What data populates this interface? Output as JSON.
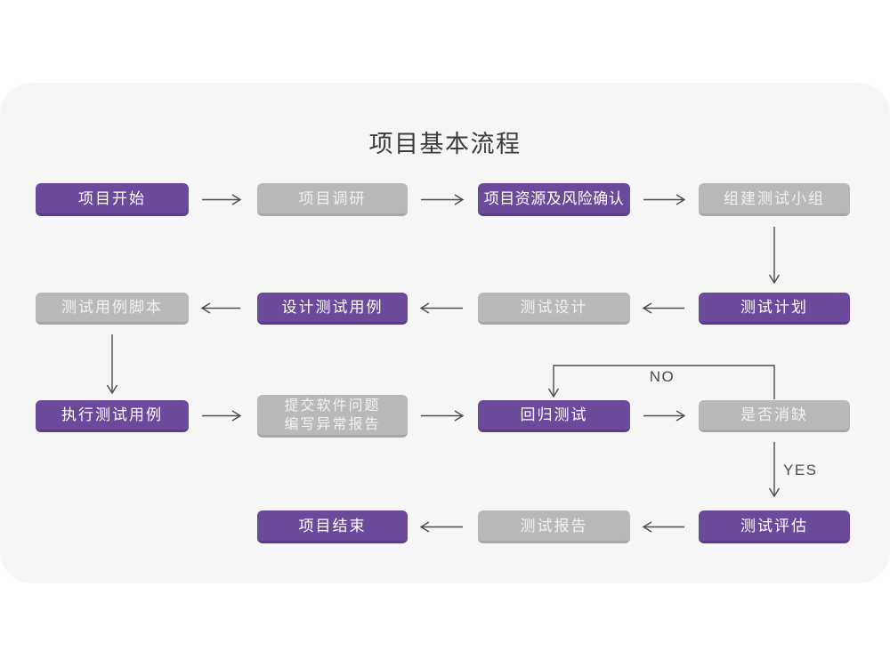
{
  "title": "项目基本流程",
  "flow": {
    "nodes": [
      {
        "label": "项目开始",
        "style": "primary"
      },
      {
        "label": "项目调研",
        "style": "secondary"
      },
      {
        "label": "项目资源及风险确认",
        "style": "primary"
      },
      {
        "label": "组建测试小组",
        "style": "secondary"
      },
      {
        "label": "测试计划",
        "style": "primary"
      },
      {
        "label": "测试设计",
        "style": "secondary"
      },
      {
        "label": "设计测试用例",
        "style": "primary"
      },
      {
        "label": "测试用例脚本",
        "style": "secondary"
      },
      {
        "label": "执行测试用例",
        "style": "primary"
      },
      {
        "label": "提交软件问题\n编写异常报告",
        "style": "secondary"
      },
      {
        "label": "回归测试",
        "style": "primary"
      },
      {
        "label": "是否消缺",
        "style": "secondary"
      },
      {
        "label": "测试评估",
        "style": "primary"
      },
      {
        "label": "测试报告",
        "style": "secondary"
      },
      {
        "label": "项目结束",
        "style": "primary"
      }
    ],
    "decision_labels": {
      "no": "NO",
      "yes": "YES"
    }
  },
  "colors": {
    "primary": "#6b4a9b",
    "primary_dark": "#5a3d84",
    "secondary": "#b9b9b9",
    "secondary_dark": "#a6a6a6",
    "node_text": "#ffffff",
    "secondary_text": "#f1f1f1",
    "arrow": "#4c4c4c",
    "card_bg": "#f6f6f7",
    "title_color": "#3b3b3b"
  }
}
